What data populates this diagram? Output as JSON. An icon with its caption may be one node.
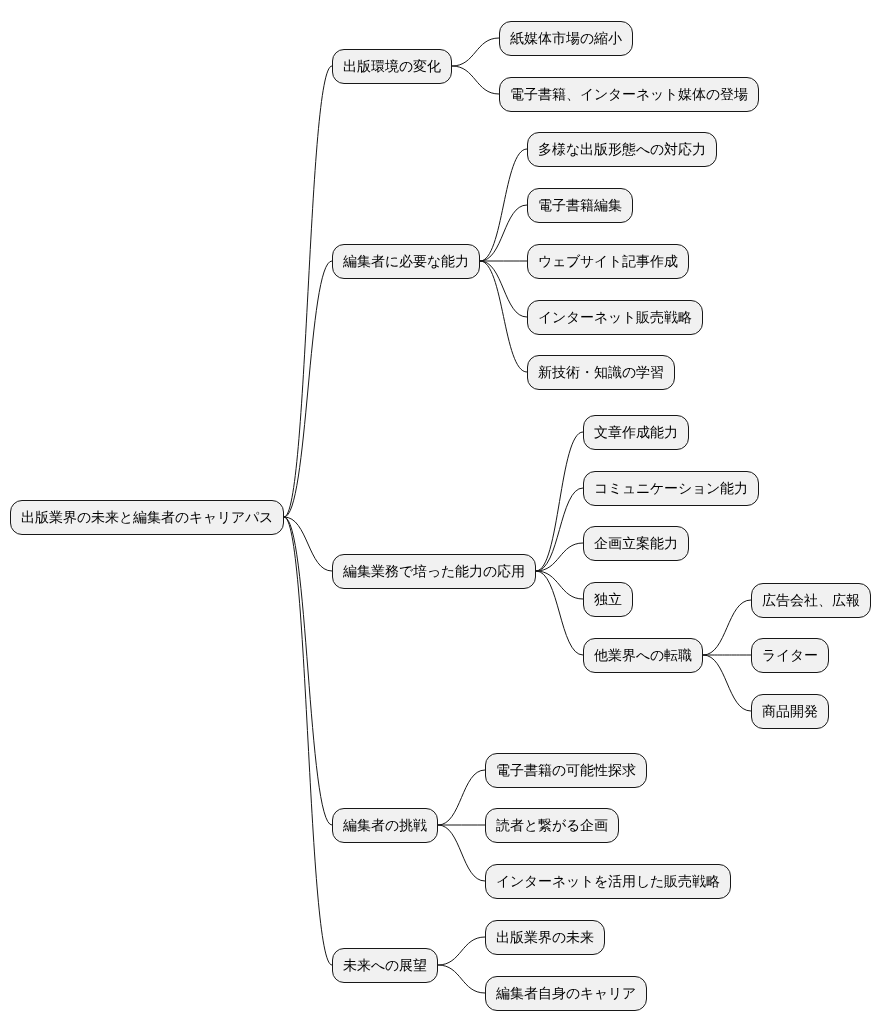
{
  "diagram": {
    "nodes": [
      {
        "text": [
          "出版業界の未来と編集者のキャリアパス"
        ]
      },
      {
        "text": [
          "出版環境の変化"
        ]
      },
      {
        "text": [
          "紙媒体市場の縮小"
        ]
      },
      {
        "text": [
          "電子書籍、インターネット媒体の登場"
        ]
      },
      {
        "text": [
          "編集者に必要な能力"
        ]
      },
      {
        "text": [
          "多様な出版形態への対応力"
        ]
      },
      {
        "text": [
          "電子書籍編集"
        ]
      },
      {
        "text": [
          "ウェブサイト記事作成"
        ]
      },
      {
        "text": [
          "インターネット販売戦略"
        ]
      },
      {
        "text": [
          "新技術・知識の学習"
        ]
      },
      {
        "text": [
          "編集業務で培った能力の応用"
        ]
      },
      {
        "text": [
          "文章作成能力"
        ]
      },
      {
        "text": [
          "コミュニケーション能力"
        ]
      },
      {
        "text": [
          "企画立案能力"
        ]
      },
      {
        "text": [
          "独立"
        ]
      },
      {
        "text": [
          "他業界への転職"
        ]
      },
      {
        "text": [
          "広告会社、広報"
        ]
      },
      {
        "text": [
          "ライター"
        ]
      },
      {
        "text": [
          "商品開発"
        ]
      },
      {
        "text": [
          "編集者の挑戦"
        ]
      },
      {
        "text": [
          "電子書籍の可能性探求"
        ]
      },
      {
        "text": [
          "読者と繋がる企画"
        ]
      },
      {
        "text": [
          "インターネットを活用した販売戦略"
        ]
      },
      {
        "text": [
          "未来への展望"
        ]
      },
      {
        "text": [
          "出版業界の未来"
        ]
      },
      {
        "text": [
          "編集者自身のキャリア"
        ]
      }
    ],
    "edges": [
      {
        "from": 0,
        "to": 1,
        "arrow": "none"
      },
      {
        "from": 1,
        "to": 2,
        "arrow": "none"
      },
      {
        "from": 1,
        "to": 3,
        "arrow": "none"
      },
      {
        "from": 0,
        "to": 4,
        "arrow": "none"
      },
      {
        "from": 4,
        "to": 5,
        "arrow": "none"
      },
      {
        "from": 4,
        "to": 6,
        "arrow": "none"
      },
      {
        "from": 4,
        "to": 7,
        "arrow": "none"
      },
      {
        "from": 4,
        "to": 8,
        "arrow": "none"
      },
      {
        "from": 4,
        "to": 9,
        "arrow": "none"
      },
      {
        "from": 0,
        "to": 10,
        "arrow": "none"
      },
      {
        "from": 10,
        "to": 11,
        "arrow": "none"
      },
      {
        "from": 10,
        "to": 12,
        "arrow": "none"
      },
      {
        "from": 10,
        "to": 13,
        "arrow": "none"
      },
      {
        "from": 10,
        "to": 14,
        "arrow": "none"
      },
      {
        "from": 10,
        "to": 15,
        "arrow": "none"
      },
      {
        "from": 15,
        "to": 16,
        "arrow": "none"
      },
      {
        "from": 15,
        "to": 17,
        "arrow": "none"
      },
      {
        "from": 15,
        "to": 18,
        "arrow": "none"
      },
      {
        "from": 0,
        "to": 19,
        "arrow": "none"
      },
      {
        "from": 19,
        "to": 20,
        "arrow": "none"
      },
      {
        "from": 19,
        "to": 21,
        "arrow": "none"
      },
      {
        "from": 19,
        "to": 22,
        "arrow": "none"
      },
      {
        "from": 0,
        "to": 23,
        "arrow": "none"
      },
      {
        "from": 23,
        "to": 24,
        "arrow": "none"
      },
      {
        "from": 23,
        "to": 25,
        "arrow": "none"
      }
    ]
  }
}
